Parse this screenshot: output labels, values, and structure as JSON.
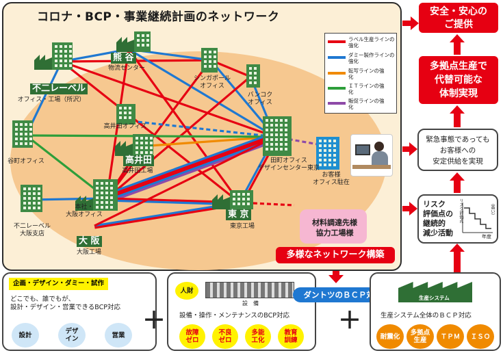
{
  "title": "コロナ・BCP・事業継続計画のネットワーク",
  "legend": [
    {
      "label": "ラベル生産ラインの強化",
      "color": "#e60012"
    },
    {
      "label": "ダミー製作ラインの強化",
      "color": "#1f78d1"
    },
    {
      "label": "転写ラインの強化",
      "color": "#f08a00"
    },
    {
      "label": "ＩＴラインの強化",
      "color": "#2e9e3a"
    },
    {
      "label": "販促ラインの強化",
      "color": "#8e4aa8"
    }
  ],
  "nodes": {
    "fujireibel": {
      "name": "不二レーベル",
      "sub": "オフィス・工場（所沢）"
    },
    "kumagaya": {
      "name": "熊 谷",
      "sub": "物流センター"
    },
    "singapore": {
      "sub": "シンガポール\nオフィス"
    },
    "bangkok": {
      "sub": "バンコク\nオフィス"
    },
    "takaida_office": {
      "sub": "高井田オフィス"
    },
    "takaida": {
      "name": "高井田",
      "sub": "高井田工場"
    },
    "tanimachi": {
      "sub": "谷町オフィス"
    },
    "osaka_branch": {
      "sub": "不二レーベル\n大阪支店"
    },
    "osaka_hq": {
      "sub": "本社・\n大阪オフィス"
    },
    "osaka": {
      "name": "大 阪",
      "sub": "大阪工場"
    },
    "tamachi": {
      "sub": "田町オフィス\nデザインセンター東京"
    },
    "tokyo": {
      "name": "東 京",
      "sub": "東京工場"
    },
    "customer": {
      "sub": "お客様\nオフィス駐在"
    },
    "suppliers": {
      "sub": "材料調達先様\n協力工場様"
    }
  },
  "network_banner": "多様なネットワーク構築",
  "right_flow": {
    "top": "安全・安心の\nご提供",
    "mid": "多拠点生産で\n代替可能な\n体制実現",
    "supply": "緊急事態であっても\nお客様への\n安定供給を実現",
    "risk": "リスク\n評価点の\n継続的\n減少活動",
    "risk_axis_y": "リスク評価点",
    "risk_axis_y2": "（高い）",
    "risk_axis_x": "年度"
  },
  "bottom_banner": "ダントツのＢＣＰ対応",
  "box1": {
    "header": "企画・デザイン・ダミー・試作",
    "text": "どこでも、誰でもが、\n設計・デザイン・営業できるBCP対応",
    "circles": [
      "設計",
      "デザ\nイン",
      "営業"
    ]
  },
  "box2": {
    "badge": "人財",
    "equip": "設　備",
    "text": "設備・操作・メンテナンスのBCP対応",
    "circles": [
      "故障\nゼロ",
      "不良\nゼロ",
      "多能\n工化",
      "教育\n訓練"
    ]
  },
  "box3": {
    "header": "生産システム",
    "text": "生産システム全体のＢＣＰ対応",
    "circles": [
      "耐震化",
      "多拠点\n生産",
      "ＴＰＭ",
      "ＩＳＯ"
    ]
  },
  "plus": "＋"
}
